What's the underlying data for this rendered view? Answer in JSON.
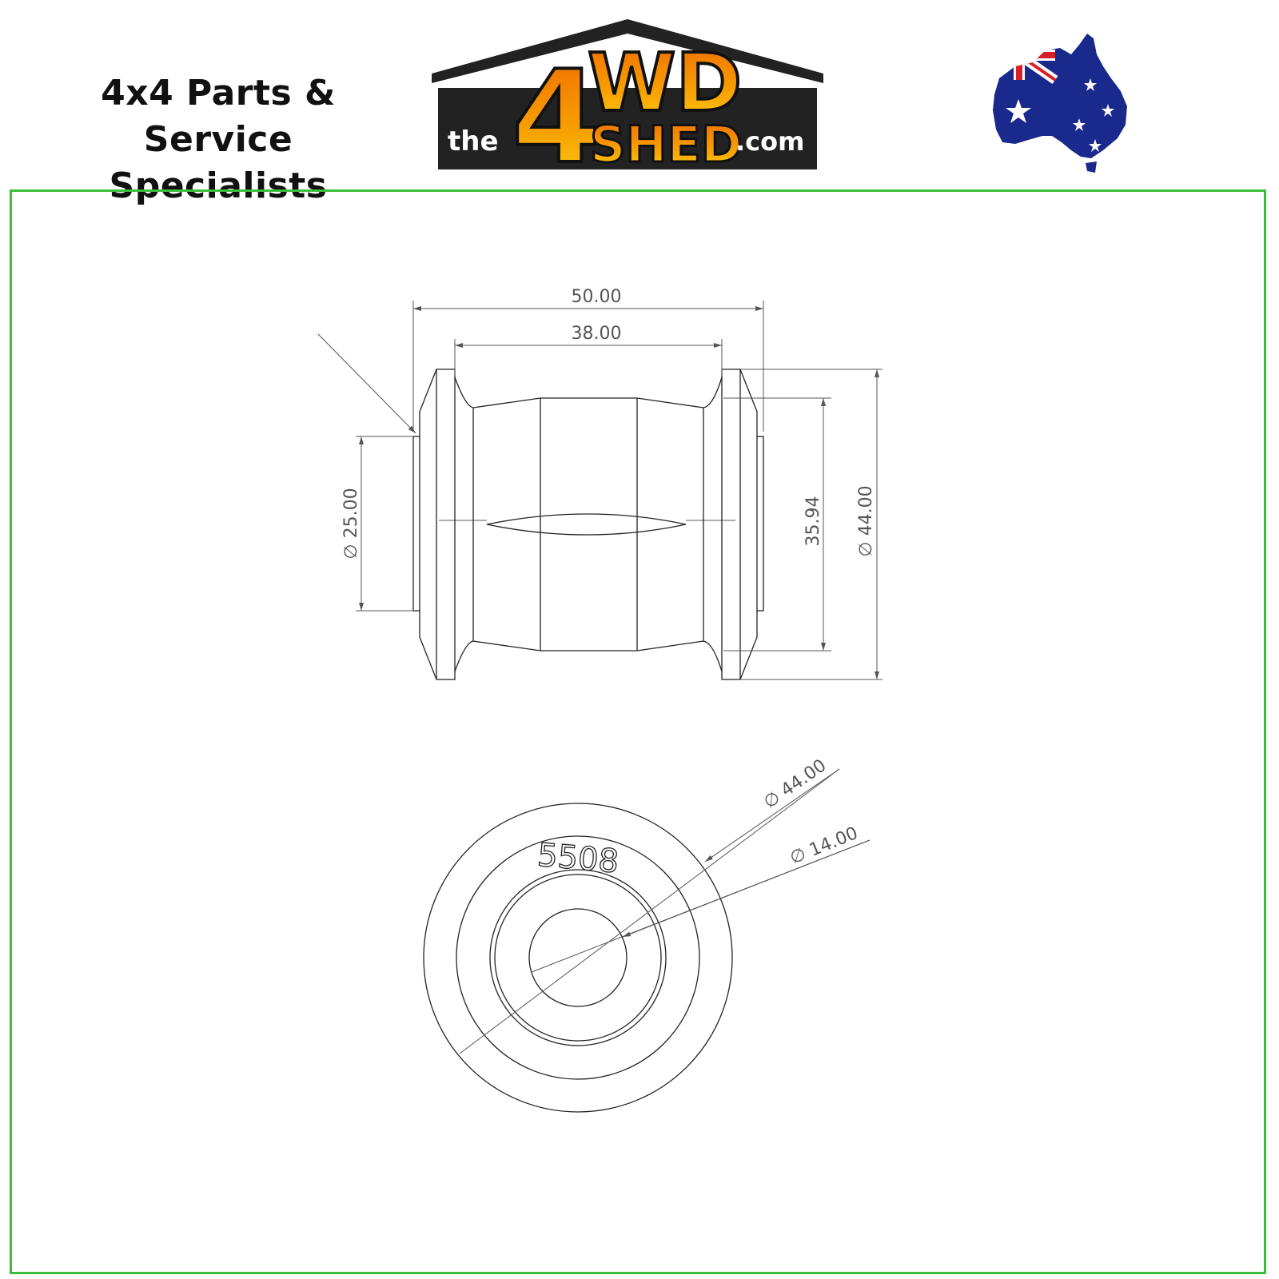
{
  "header": {
    "tagline_line1": "4x4 Parts & Service",
    "tagline_line2": "Specialists",
    "logo": {
      "prefix": "the",
      "big_digit": "4",
      "big_letters": "WD",
      "shed": "SHED",
      "suffix": ".com"
    },
    "flag_icon": "australia-flag-map-icon"
  },
  "colors": {
    "frame_border": "#3bbf3b",
    "logo_dark": "#222222",
    "logo_orange": "#f08a00",
    "logo_yellow": "#ffd21a",
    "flag_blue": "#1a2a8c",
    "flag_red": "#d8202a"
  },
  "drawing": {
    "side_view": {
      "overall_length": "50.00",
      "body_length": "38.00",
      "inner_diameter": "∅ 25.00",
      "body_diameter": "35.94",
      "outer_diameter": "∅ 44.00"
    },
    "end_view": {
      "outer_diameter": "∅ 44.00",
      "bore_diameter": "∅ 14.00",
      "part_number": "5508"
    }
  }
}
